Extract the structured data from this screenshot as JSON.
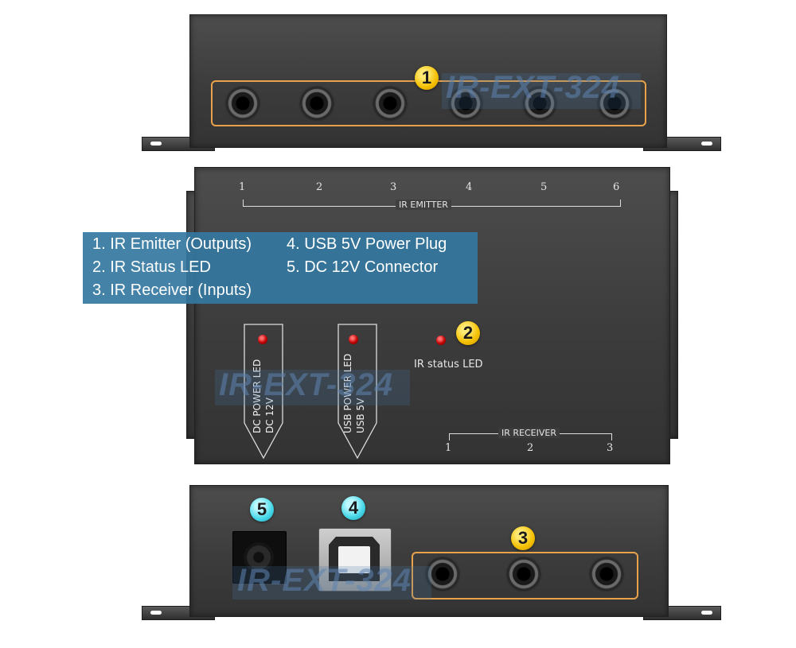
{
  "watermark_text": "IR-EXT-324",
  "callouts": [
    "1",
    "2",
    "3",
    "4",
    "5"
  ],
  "legend": {
    "item1": "1.  IR Emitter (Outputs)",
    "item2": "2. IR Status LED",
    "item3": "3. IR Receiver (Inputs)",
    "item4": "4. USB 5V Power Plug",
    "item5": "5. DC 12V Connector"
  },
  "top_panel": {
    "emitter_numbers": [
      "1",
      "2",
      "3",
      "4",
      "5",
      "6"
    ],
    "emitter_label": "IR EMITTER",
    "dc_power_line1": "DC POWER LED",
    "dc_power_line2": "DC 12V",
    "usb_power_line1": "USB POWER LED",
    "usb_power_line2": "USB 5V",
    "status_led_label": "IR status LED",
    "receiver_label": "IR RECEIVER",
    "receiver_numbers": [
      "1",
      "2",
      "3"
    ]
  },
  "colors": {
    "callout_yellow": "#f4c000",
    "callout_cyan": "#46d7e8",
    "highlight_orange": "#e9a24a",
    "legend_bg": "#3478a0",
    "led_red": "#c00000"
  }
}
